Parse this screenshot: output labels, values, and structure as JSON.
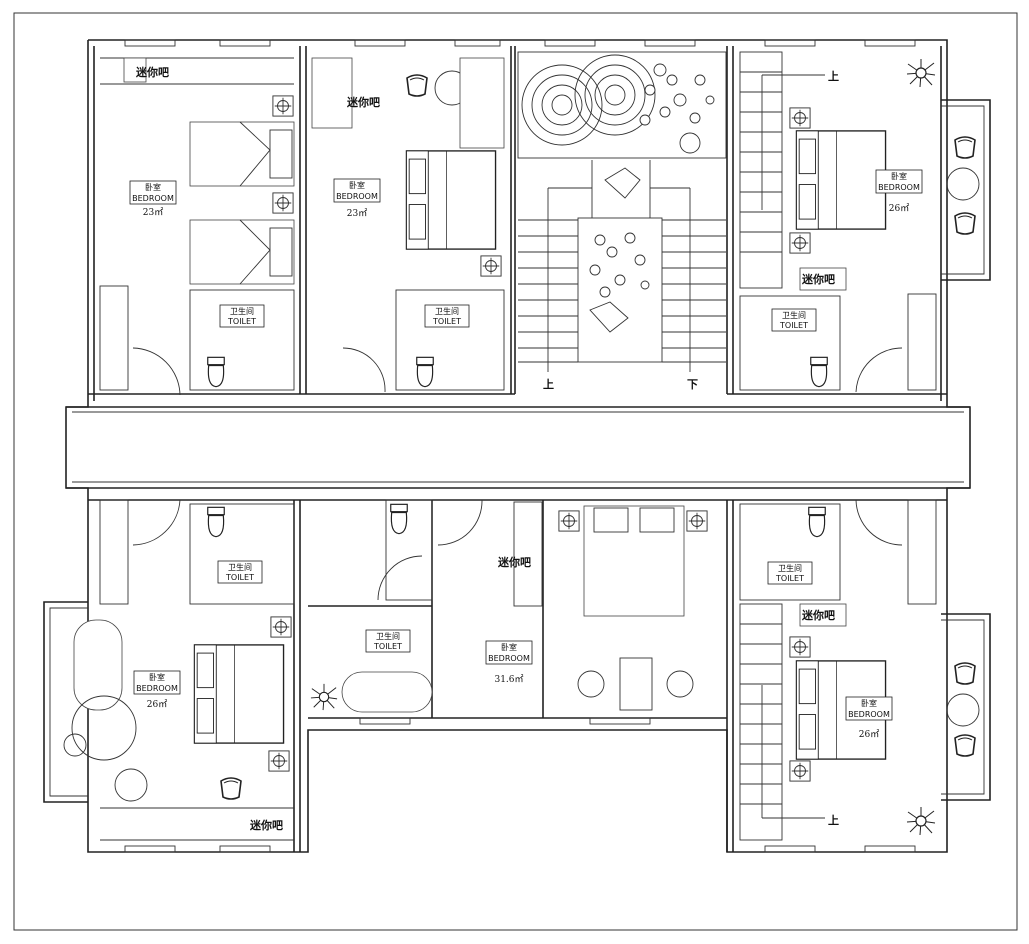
{
  "labels": {
    "bedroom_cn": "卧室",
    "bedroom_en": "BEDROOM",
    "toilet_cn": "卫生间",
    "toilet_en": "TOILET",
    "minibar": "迷你吧",
    "stair_up": "上",
    "stair_down": "下"
  },
  "areas": {
    "room1": "23㎡",
    "room2": "23㎡",
    "room3": "26㎡",
    "room4": "26㎡",
    "room5": "31.6㎡",
    "room6": "26㎡"
  }
}
